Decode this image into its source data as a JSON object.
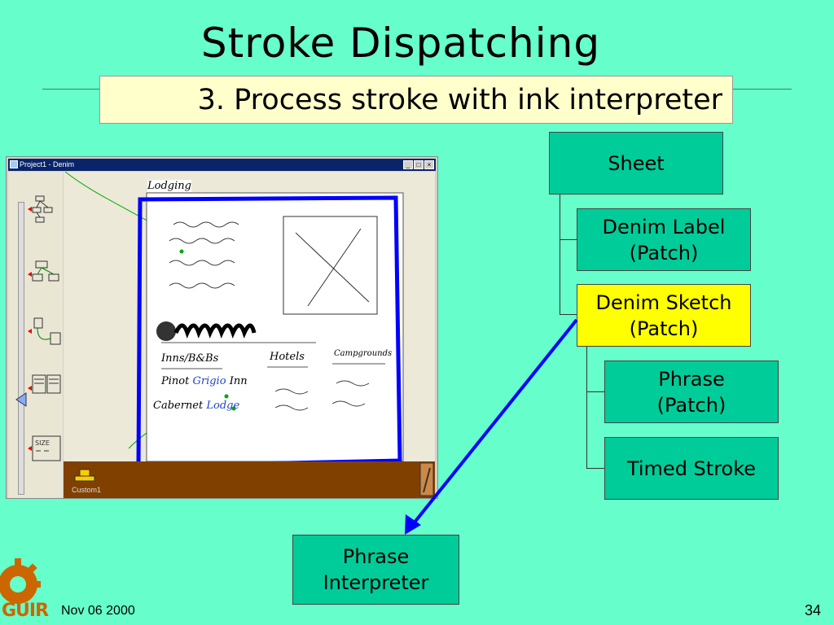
{
  "slide": {
    "title": "Stroke Dispatching",
    "subtitle": "3. Process stroke with ink interpreter",
    "footer_date": "Nov 06 2000",
    "page_number": "34",
    "logo_text": "GUIR"
  },
  "tree": {
    "sheet": "Sheet",
    "denim_label": [
      "Denim Label",
      "(Patch)"
    ],
    "denim_sketch": [
      "Denim Sketch",
      "(Patch)"
    ],
    "phrase": [
      "Phrase",
      "(Patch)"
    ],
    "timed_stroke": "Timed Stroke",
    "interpreter": [
      "Phrase",
      "Interpreter"
    ],
    "highlight_color": "#ffff00",
    "node_color": "#00cc99"
  },
  "app": {
    "window_title": "Project1 - Denim",
    "sketch_title": "Lodging",
    "table_headers": [
      "Inns/B&Bs",
      "Hotels",
      "Campgrounds"
    ],
    "rows": [
      [
        "Pinot",
        "Grigio",
        "Inn"
      ],
      [
        "Cabernet",
        "Lodge"
      ]
    ],
    "palette_label": "Custom1",
    "selection_color": "#0000ff"
  }
}
